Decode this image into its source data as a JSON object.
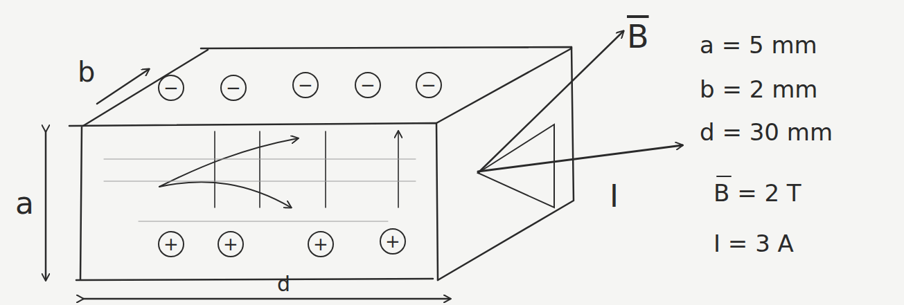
{
  "diagram": {
    "labels": [
      "b",
      "B",
      "a = 5 mm",
      "b = 2 mm",
      "d = 30 mm",
      "B = 2 T",
      "I = 3 A",
      "I",
      "a",
      "d",
      "−",
      "−",
      "−",
      "−",
      "−",
      "+",
      "+",
      "+",
      "+"
    ]
  }
}
